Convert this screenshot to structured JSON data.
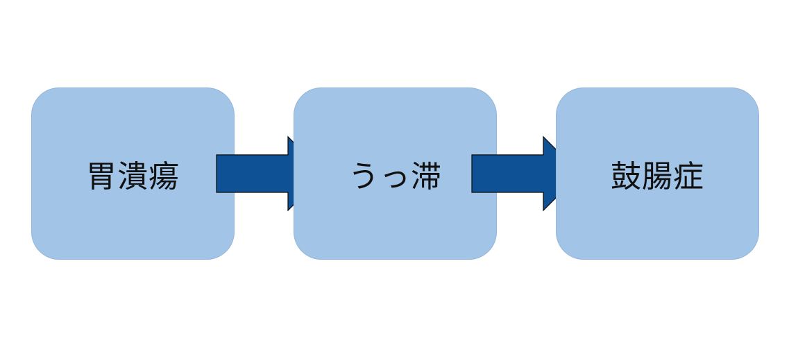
{
  "diagram": {
    "steps": [
      {
        "label": "胃潰瘍"
      },
      {
        "label": "うっ滞"
      },
      {
        "label": "鼓腸症"
      }
    ],
    "colors": {
      "box_fill": "#a2c4e6",
      "box_border": "#94b6da",
      "arrow_fill": "#0e5194",
      "arrow_stroke": "#0a0a0a",
      "text": "#111111"
    }
  }
}
